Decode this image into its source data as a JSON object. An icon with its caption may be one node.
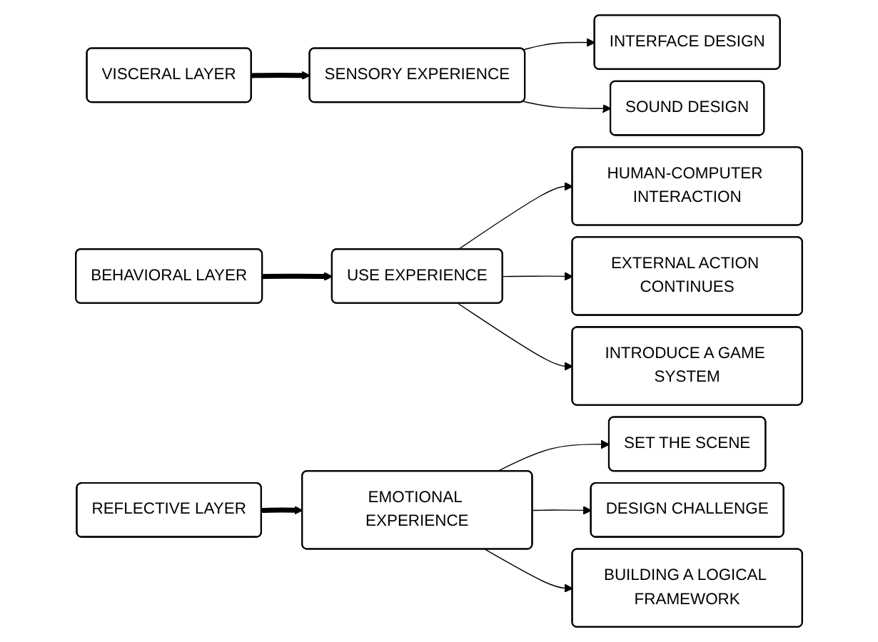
{
  "diagram": {
    "nodes": [
      {
        "text": [
          "VISCERAL LAYER"
        ]
      },
      {
        "text": [
          "SENSORY EXPERIENCE"
        ]
      },
      {
        "text": [
          "INTERFACE DESIGN"
        ]
      },
      {
        "text": [
          "SOUND DESIGN"
        ]
      },
      {
        "text": [
          "BEHAVIORAL LAYER"
        ]
      },
      {
        "text": [
          "USE EXPERIENCE"
        ]
      },
      {
        "text": [
          "HUMAN-COMPUTER INTERACTION"
        ]
      },
      {
        "text": [
          "EXTERNAL ACTION CONTINUES"
        ]
      },
      {
        "text": [
          "INTRODUCE A GAME SYSTEM"
        ]
      },
      {
        "text": [
          "REFLECTIVE LAYER"
        ]
      },
      {
        "text": [
          "EMOTIONAL EXPERIENCE"
        ]
      },
      {
        "text": [
          "SET THE SCENE"
        ]
      },
      {
        "text": [
          "DESIGN CHALLENGE"
        ]
      },
      {
        "text": [
          "BUILDING A LOGICAL FRAMEWORK"
        ]
      }
    ],
    "edges": [
      {
        "from": 0,
        "to": 1,
        "arrow": "to",
        "style": "thick"
      },
      {
        "from": 1,
        "to": 2,
        "arrow": "to"
      },
      {
        "from": 1,
        "to": 3,
        "arrow": "to"
      },
      {
        "from": 4,
        "to": 5,
        "arrow": "to",
        "style": "thick"
      },
      {
        "from": 5,
        "to": 6,
        "arrow": "to"
      },
      {
        "from": 5,
        "to": 7,
        "arrow": "to"
      },
      {
        "from": 5,
        "to": 8,
        "arrow": "to"
      },
      {
        "from": 9,
        "to": 10,
        "arrow": "to",
        "style": "thick"
      },
      {
        "from": 10,
        "to": 11,
        "arrow": "to"
      },
      {
        "from": 10,
        "to": 12,
        "arrow": "to"
      },
      {
        "from": 10,
        "to": 13,
        "arrow": "to"
      }
    ]
  }
}
